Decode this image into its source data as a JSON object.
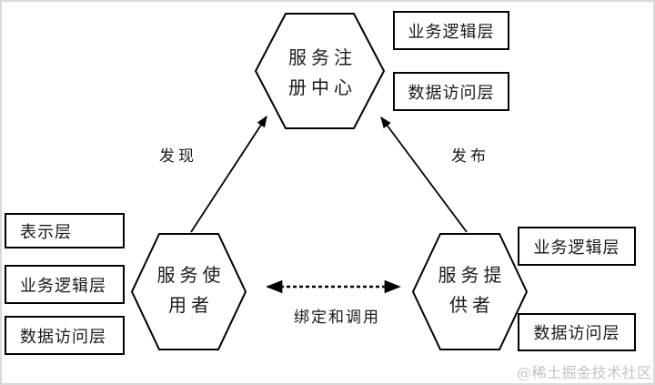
{
  "diagram": {
    "hexagons": {
      "registry": {
        "line1": "服务注",
        "line2": "册中心"
      },
      "consumer": {
        "line1": "服务使",
        "line2": "用者"
      },
      "provider": {
        "line1": "服务提",
        "line2": "供者"
      }
    },
    "edges": {
      "discover": "发现",
      "publish": "发布",
      "bind_invoke": "绑定和调用"
    },
    "boxes": {
      "left": [
        "表示层",
        "业务逻辑层",
        "数据访问层"
      ],
      "top_right": [
        "业务逻辑层",
        "数据访问层"
      ],
      "right": [
        "业务逻辑层",
        "数据访问层"
      ]
    },
    "watermark": "@稀土掘金技术社区",
    "colors": {
      "stroke": "#000000",
      "background": "#ffffff",
      "frame": "#d9d9d9",
      "watermark": "#c3c3c3"
    }
  }
}
